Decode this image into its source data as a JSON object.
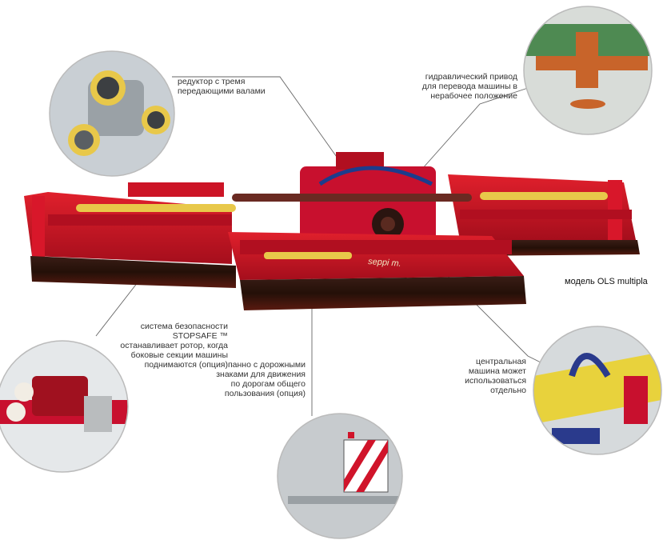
{
  "callouts": {
    "gearbox": "редуктор с тремя передающими валами",
    "hydraulic": "гидравлический привод для перевода машины в нерабочее положение",
    "stopsafe": "система безопасности STOPSAFE ™ останавливает ротор, когда боковые секции машины поднимаются (опция)",
    "road_sign": "панно с дорожными знаками для движения по дорогам общего пользования (опция)",
    "central": "центральная машина может использоваться отдельно"
  },
  "model_label": "модель OLS multipla",
  "machine_decal": "seppi m.",
  "colors": {
    "machine_red": "#c8102e",
    "roller_dark": "#2b1510",
    "leader_line": "#666666",
    "text": "#333333"
  }
}
